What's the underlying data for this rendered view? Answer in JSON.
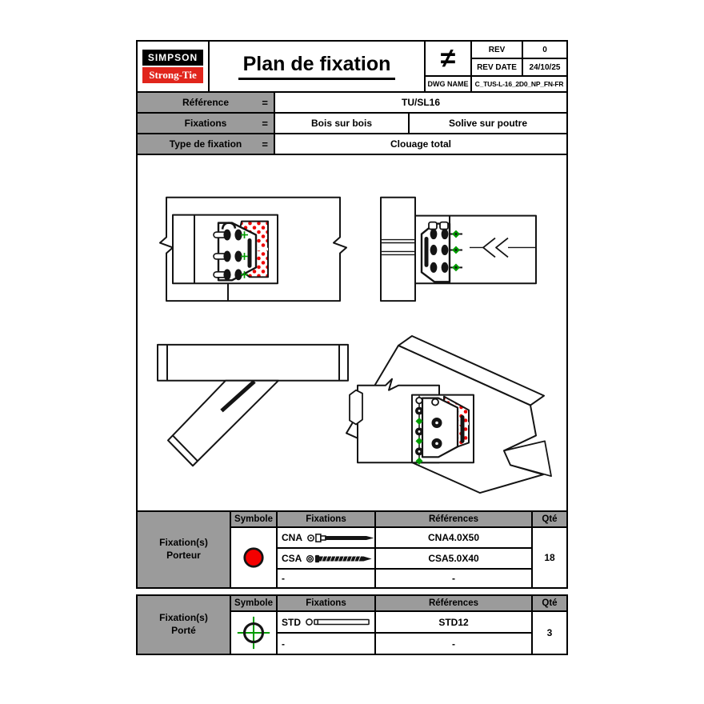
{
  "colors": {
    "logo_red": "#e1251c",
    "porteur_symbol_red": "#f40000",
    "nail_hole_red": "#ee0000",
    "dowel_marker_green": "#009b00",
    "table_header_gray": "#9b9b9b"
  },
  "header": {
    "logo_line1": "SIMPSON",
    "logo_line2": "Strong-Tie",
    "title": "Plan de fixation",
    "not_equal_symbol": "≠",
    "rev_label": "REV",
    "rev_value": "0",
    "rev_date_label": "REV DATE",
    "rev_date_value": "24/10/25",
    "dwg_name_label": "DWG NAME",
    "dwg_name_value": "C_TUS-L-16_2D0_NP_FN-FR"
  },
  "info": {
    "rows": [
      {
        "label": "Référence",
        "eq": "=",
        "value": "TU/SL16"
      },
      {
        "label": "Fixations",
        "eq": "=",
        "value_left": "Bois sur bois",
        "value_right": "Solive sur poutre"
      },
      {
        "label": "Type de fixation",
        "eq": "=",
        "value": "Clouage total"
      }
    ]
  },
  "porteur_table": {
    "group_line1": "Fixation(s)",
    "group_line2": "Porteur",
    "col_symbole": "Symbole",
    "col_fixations": "Fixations",
    "col_references": "Références",
    "col_qte": "Qté",
    "rows": [
      {
        "fixation": "CNA",
        "reference": "CNA4.0X50"
      },
      {
        "fixation": "CSA",
        "reference": "CSA5.0X40"
      },
      {
        "fixation": "-",
        "reference": "-"
      }
    ],
    "qty": "18"
  },
  "porte_table": {
    "group_line1": "Fixation(s)",
    "group_line2": "Porté",
    "col_symbole": "Symbole",
    "col_fixations": "Fixations",
    "col_references": "Références",
    "col_qte": "Qté",
    "rows": [
      {
        "fixation": "STD",
        "reference": "STD12"
      },
      {
        "fixation": "-",
        "reference": "-"
      }
    ],
    "qty": "3"
  }
}
